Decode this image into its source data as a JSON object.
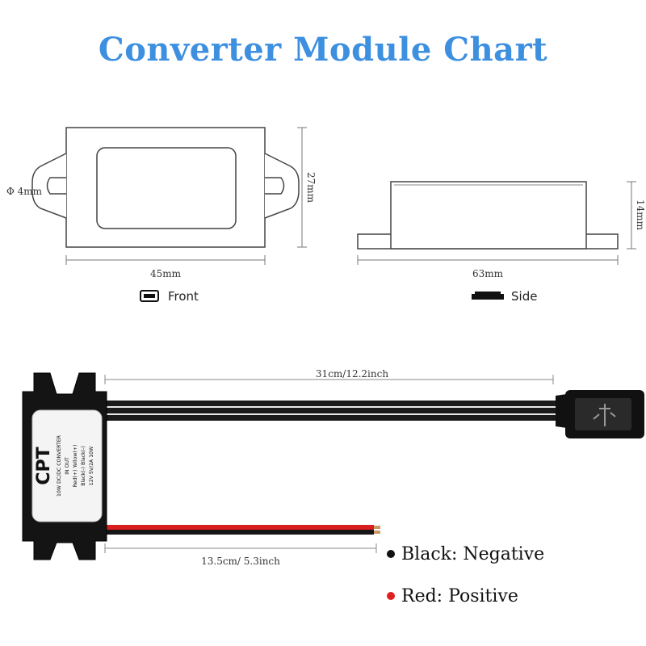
{
  "title": "Converter Module Chart",
  "front_view": {
    "width_label": "45mm",
    "height_label": "27mm",
    "hole_label": "Φ 4mm",
    "caption": "Front"
  },
  "side_view": {
    "width_label": "63mm",
    "height_label": "14mm",
    "caption": "Side"
  },
  "cable": {
    "usb_length_label": "31cm/12.2inch",
    "wire_length_label": "13.5cm/ 5.3inch"
  },
  "module_label": {
    "brand": "CPT",
    "lines": [
      "10W  DC/DC  CONVERTER",
      "IN            OUT",
      "Red(+)      Yellow(+)",
      "Black(-)    Black(-)",
      "12V   5V/2A   10W"
    ]
  },
  "legend": {
    "black": {
      "label": "Black: Negative",
      "color": "#111111"
    },
    "red": {
      "label": "Red: Positive",
      "color": "#e02020"
    }
  }
}
